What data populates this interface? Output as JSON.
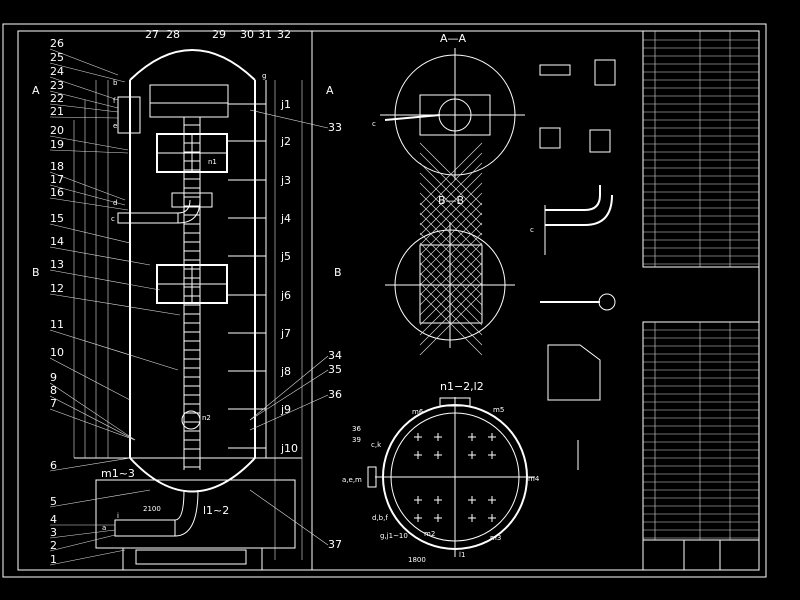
{
  "colors": {
    "background": "#000000",
    "lines": "#ffffff"
  },
  "drawing": {
    "section_marks": {
      "a_top_left": "A",
      "a_top_right": "A",
      "b_left": "B",
      "b_right": "B"
    },
    "part_numbers_left": [
      "26",
      "25",
      "24",
      "23",
      "22",
      "21",
      "20",
      "19",
      "18",
      "17",
      "16",
      "15",
      "14",
      "13",
      "12",
      "11",
      "10",
      "9",
      "8",
      "7",
      "6",
      "5",
      "4",
      "3",
      "2",
      "1"
    ],
    "part_numbers_top": [
      "27",
      "28",
      "29",
      "30",
      "31",
      "32"
    ],
    "part_numbers_right": [
      "33",
      "34",
      "35",
      "36",
      "37"
    ],
    "nozzles_j": [
      "j1",
      "j2",
      "j3",
      "j4",
      "j5",
      "j6",
      "j7",
      "j8",
      "j9",
      "j10"
    ],
    "nozzle_labels": {
      "n1": "n1",
      "n2": "n2",
      "m1_3": "m1~3",
      "l1_2": "l1~2",
      "b": "b",
      "c": "c",
      "d": "d",
      "e": "e",
      "f": "f",
      "g": "g",
      "a": "a",
      "i": "i"
    },
    "view_titles": {
      "aa": "A—A",
      "bb": "B—B",
      "plan": "n1−2,l2"
    },
    "plan_labels": {
      "ck": "c,k",
      "aem": "a,e,m",
      "dbf": "d,b,f",
      "gj": "g,j1~10",
      "m2": "m2",
      "m3": "m3",
      "m4": "m4",
      "m5": "m5",
      "m6": "m6",
      "l1": "l1",
      "p36": "36",
      "p39": "39"
    },
    "dims": {
      "d2100": "2100",
      "d1800": "1800"
    },
    "detail_marks": {
      "c1": "c",
      "c2": "c"
    }
  }
}
